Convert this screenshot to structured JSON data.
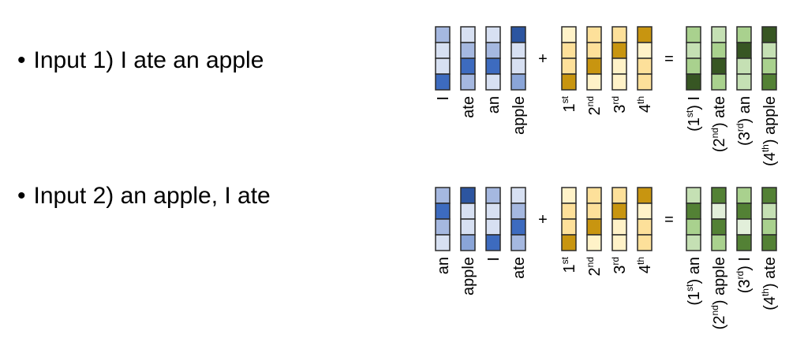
{
  "rows": [
    {
      "bullet": "Input 1) I ate an apple",
      "plus": "+",
      "equals": "=",
      "word_vectors": [
        {
          "label": "I",
          "cells": [
            "#a5b8e0",
            "#d7e0f2",
            "#d7e0f2",
            "#3d6bbf"
          ]
        },
        {
          "label": "ate",
          "cells": [
            "#d7e0f2",
            "#a5b8e0",
            "#3d6bbf",
            "#a5b8e0"
          ]
        },
        {
          "label": "an",
          "cells": [
            "#d7e0f2",
            "#a5b8e0",
            "#3d6bbf",
            "#d7e0f2"
          ]
        },
        {
          "label": "apple",
          "cells": [
            "#2c55a0",
            "#d7e0f2",
            "#d7e0f2",
            "#8aa5d8"
          ]
        }
      ],
      "position_vectors": [
        {
          "label": "1",
          "sup": "st",
          "cells": [
            "#fff2c8",
            "#fde09a",
            "#fde09a",
            "#c89510"
          ]
        },
        {
          "label": "2",
          "sup": "nd",
          "cells": [
            "#fde09a",
            "#fde09a",
            "#c89510",
            "#fff2c8"
          ]
        },
        {
          "label": "3",
          "sup": "rd",
          "cells": [
            "#fde09a",
            "#c89510",
            "#fff2c8",
            "#fff2c8"
          ]
        },
        {
          "label": "4",
          "sup": "th",
          "cells": [
            "#c89510",
            "#fff2c8",
            "#fde09a",
            "#fde09a"
          ]
        }
      ],
      "sum_vectors": [
        {
          "pre": "(1",
          "sup": "st",
          "post": ") I",
          "cells": [
            "#a9d18e",
            "#c5e0b4",
            "#a9d18e",
            "#375623"
          ]
        },
        {
          "pre": "(2",
          "sup": "nd",
          "post": ") ate",
          "cells": [
            "#c5e0b4",
            "#a9d18e",
            "#375623",
            "#a9d18e"
          ]
        },
        {
          "pre": "(3",
          "sup": "rd",
          "post": ") an",
          "cells": [
            "#a9d18e",
            "#375623",
            "#c5e0b4",
            "#c5e0b4"
          ]
        },
        {
          "pre": "(4",
          "sup": "th",
          "post": ") apple",
          "cells": [
            "#375623",
            "#c5e0b4",
            "#a9d18e",
            "#538135"
          ]
        }
      ]
    },
    {
      "bullet": "Input 2) an apple, I ate",
      "plus": "+",
      "equals": "=",
      "word_vectors": [
        {
          "label": "an",
          "cells": [
            "#a5b8e0",
            "#3d6bbf",
            "#a5b8e0",
            "#d7e0f2"
          ]
        },
        {
          "label": "apple",
          "cells": [
            "#2c55a0",
            "#d7e0f2",
            "#d7e0f2",
            "#8aa5d8"
          ]
        },
        {
          "label": "I",
          "cells": [
            "#a5b8e0",
            "#d7e0f2",
            "#d7e0f2",
            "#3d6bbf"
          ]
        },
        {
          "label": "ate",
          "cells": [
            "#d7e0f2",
            "#a5b8e0",
            "#3d6bbf",
            "#a5b8e0"
          ]
        }
      ],
      "position_vectors": [
        {
          "label": "1",
          "sup": "st",
          "cells": [
            "#fff2c8",
            "#fde09a",
            "#fde09a",
            "#c89510"
          ]
        },
        {
          "label": "2",
          "sup": "nd",
          "cells": [
            "#fde09a",
            "#fde09a",
            "#c89510",
            "#fff2c8"
          ]
        },
        {
          "label": "3",
          "sup": "rd",
          "cells": [
            "#fde09a",
            "#c89510",
            "#fff2c8",
            "#fff2c8"
          ]
        },
        {
          "label": "4",
          "sup": "th",
          "cells": [
            "#c89510",
            "#fff2c8",
            "#fde09a",
            "#fde09a"
          ]
        }
      ],
      "sum_vectors": [
        {
          "pre": "(1",
          "sup": "st",
          "post": ") an",
          "cells": [
            "#c5e0b4",
            "#538135",
            "#a9d18e",
            "#c5e0b4"
          ]
        },
        {
          "pre": "(2",
          "sup": "nd",
          "post": ") apple",
          "cells": [
            "#538135",
            "#e2efda",
            "#538135",
            "#a9d18e"
          ]
        },
        {
          "pre": "(3",
          "sup": "rd",
          "post": ") I",
          "cells": [
            "#a9d18e",
            "#538135",
            "#e2efda",
            "#538135"
          ]
        },
        {
          "pre": "(4",
          "sup": "th",
          "post": ") ate",
          "cells": [
            "#538135",
            "#c5e0b4",
            "#a9d18e",
            "#538135"
          ]
        }
      ]
    }
  ]
}
